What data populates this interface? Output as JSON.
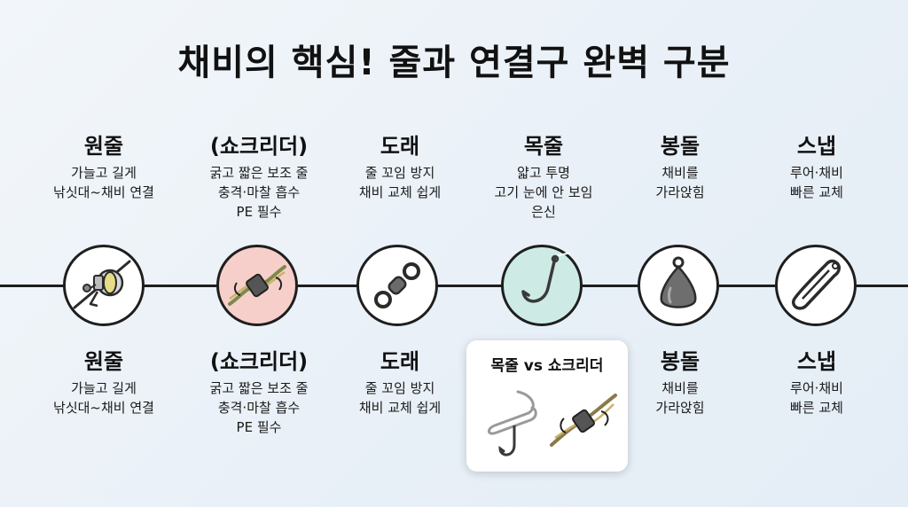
{
  "title": "채비의 핵심! 줄과 연결구 완벽 구분",
  "items": [
    {
      "name": "원줄",
      "desc": [
        "가늘고 길게",
        "낚싯대~채비 연결"
      ],
      "icon": "fishing-reel-icon"
    },
    {
      "name": "(쇼크리더)",
      "desc": [
        "굵고 짧은 보조 줄",
        "충격·마찰 흡수",
        "PE 필수"
      ],
      "icon": "shock-leader-knot-icon",
      "accent": "#f6cfcb"
    },
    {
      "name": "도래",
      "desc": [
        "줄 꼬임 방지",
        "채비 교체 쉽게"
      ],
      "icon": "swivel-icon"
    },
    {
      "name": "목줄",
      "desc": [
        "얇고 투명",
        "고기 눈에 안 보임",
        "은신"
      ],
      "icon": "fish-hook-icon",
      "accent": "#cdebe4"
    },
    {
      "name": "봉돌",
      "desc": [
        "채비를",
        "가라앉힘"
      ],
      "icon": "sinker-icon"
    },
    {
      "name": "스냅",
      "desc": [
        "루어·채비",
        "빠른 교체"
      ],
      "icon": "snap-icon"
    }
  ],
  "bottom_items": [
    {
      "name": "원줄",
      "desc": [
        "가늘고 길게",
        "낚싯대~채비 연결"
      ]
    },
    {
      "name": "(쇼크리더)",
      "desc": [
        "굵고 짧은 보조 줄",
        "충격·마찰 흡수",
        "PE 필수"
      ]
    },
    {
      "name": "도래",
      "desc": [
        "줄 꼬임 방지",
        "채비 교체 쉽게"
      ]
    },
    {
      "name": "봉돌",
      "desc": [
        "채비를",
        "가라앉힘"
      ]
    },
    {
      "name": "스냅",
      "desc": [
        "루어·채비",
        "빠른 교체"
      ]
    }
  ],
  "compare": {
    "title": "목줄 vs 쇼크리더",
    "left_icon": "hook-leader-icon",
    "right_icon": "shock-leader-knot-icon"
  }
}
